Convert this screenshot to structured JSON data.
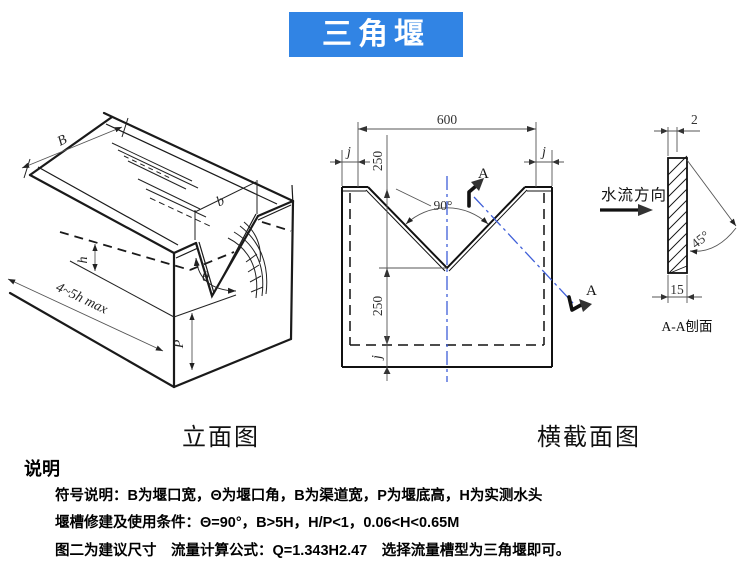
{
  "title_banner": {
    "text": "三角堰"
  },
  "views": {
    "elevation": {
      "caption": "立面图",
      "labels": {
        "width_B": "B",
        "notch_width_b": "b",
        "head_h": "h",
        "angle_theta": "θ",
        "weir_height_P": "P",
        "approach_length": "4~5h max"
      }
    },
    "cross_section": {
      "caption": "横截面图",
      "dims": {
        "top_width": "600",
        "notch_angle": "90°",
        "upper_depth": "250",
        "lower_depth": "250",
        "gap_left": "j",
        "gap_right": "j",
        "gap_bottom": "j"
      },
      "section_marker": "A"
    },
    "profile": {
      "caption": "A-A刨面",
      "flow_direction": "水流方向",
      "dims": {
        "crest_thickness": "2",
        "bevel_angle": "45°",
        "plate_thickness": "15"
      }
    }
  },
  "notes": {
    "heading": "说明",
    "lines": [
      "符号说明：B为堰口宽，Θ为堰口角，B为渠道宽，P为堰底高，H为实测水头",
      "堰槽修建及使用条件：Θ=90°，B>5H，H/P<1，0.06<H<0.65M",
      "图二为建议尺寸　流量计算公式：Q=1.343H2.47　选择流量槽型为三角堰即可。"
    ]
  },
  "colors": {
    "banner": "#3184e4",
    "centerline_blue": "#3f5fd8"
  }
}
